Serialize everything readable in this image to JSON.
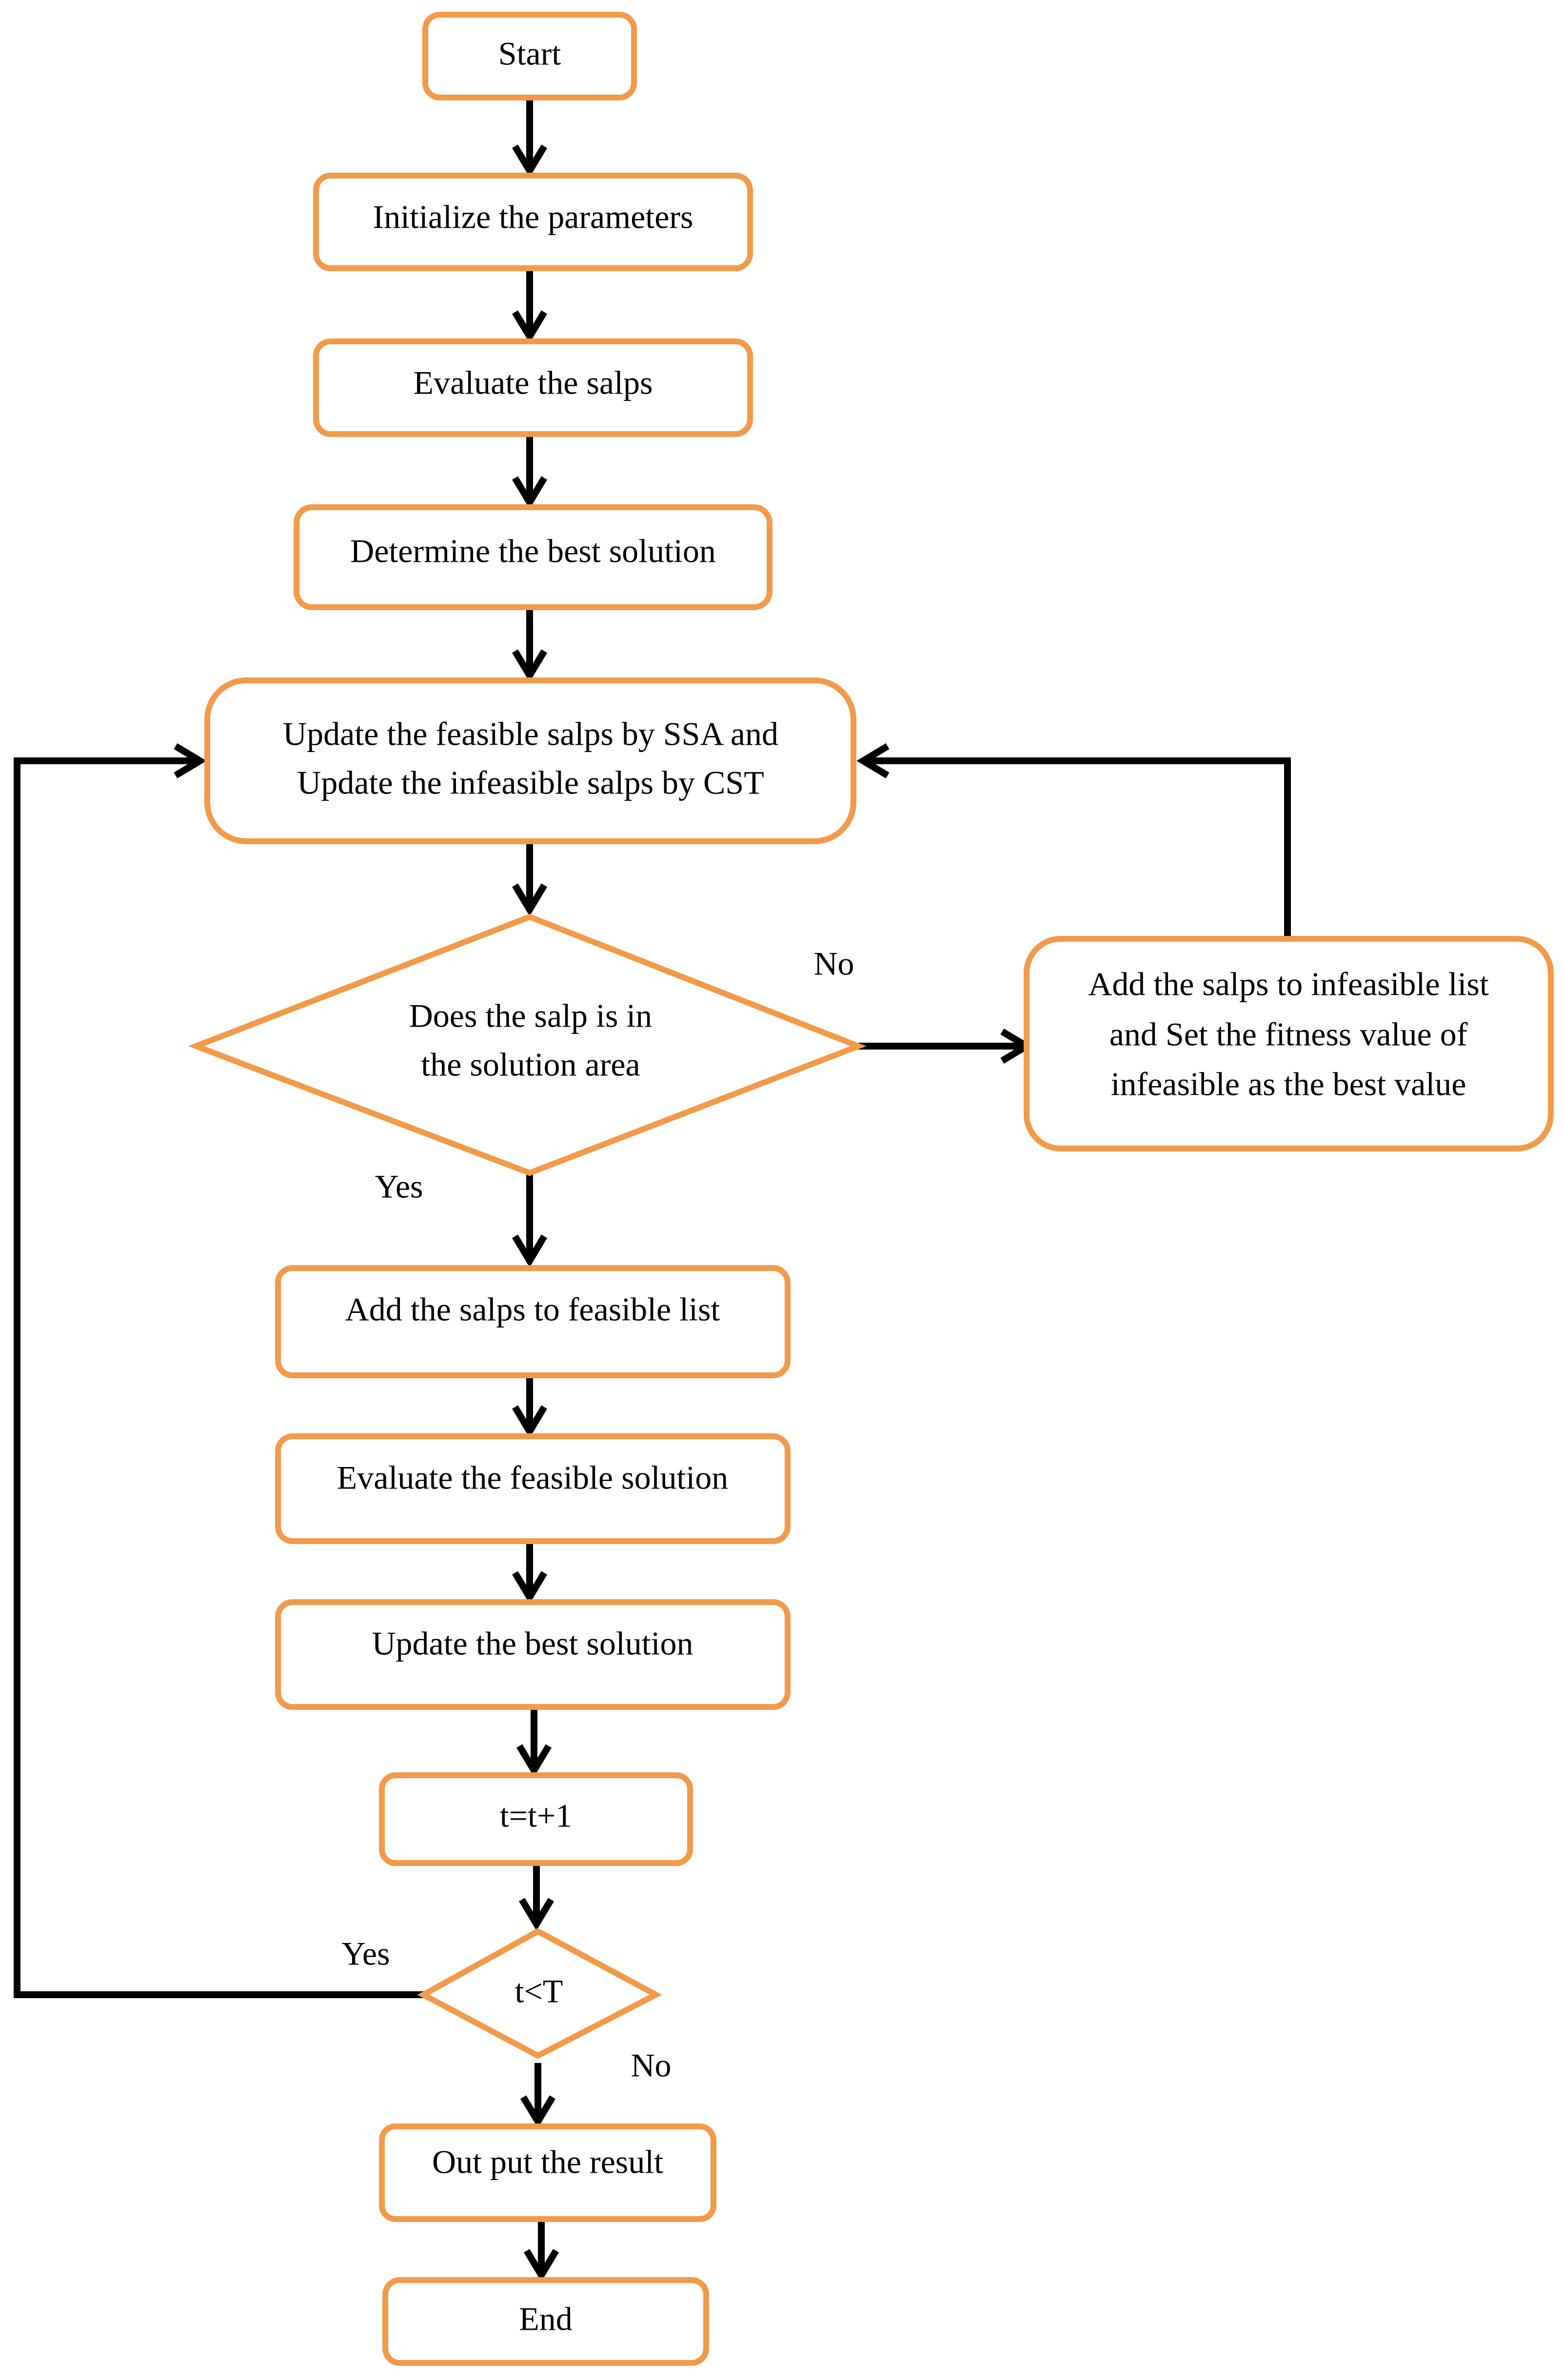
{
  "colors": {
    "node_border": "#f29a4a",
    "connector": "#000000",
    "background": "#ffffff"
  },
  "nodes": {
    "start": "Start",
    "init": "Initialize the parameters",
    "evaluate_salps": "Evaluate the salps",
    "determine_best": "Determine the best solution",
    "update_line1": "Update the feasible salps by SSA and",
    "update_line2": "Update the infeasible salps by CST",
    "decision_line1": "Does the salp is in",
    "decision_line2": "the solution area",
    "infeasible_line1": "Add the salps to infeasible list",
    "infeasible_line2": "and Set the fitness value of",
    "infeasible_line3": "infeasible as the best value",
    "add_feasible": "Add the salps to feasible list",
    "evaluate_feasible": "Evaluate the feasible solution",
    "update_best": "Update the best solution",
    "increment": "t=t+1",
    "loop_check": "t<T",
    "output": "Out put the result",
    "end": "End"
  },
  "branches": {
    "decision_no": "No",
    "decision_yes": "Yes",
    "loop_yes": "Yes",
    "loop_no": "No"
  }
}
